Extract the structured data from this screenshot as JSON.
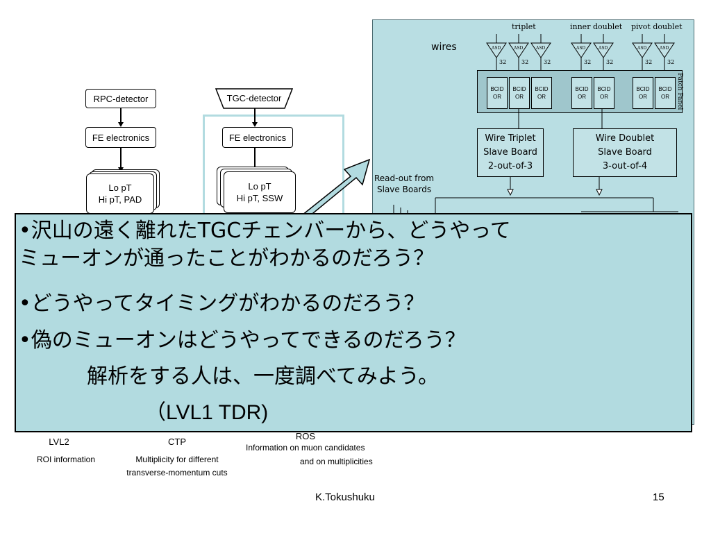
{
  "rpc": {
    "detector": "RPC-detector",
    "fe": "FE electronics",
    "board_line1": "Lo pT",
    "board_line2": "Hi pT, PAD"
  },
  "tgc": {
    "detector": "TGC-detector",
    "fe": "FE electronics",
    "board_line1": "Lo pT",
    "board_line2": "Hi pT, SSW"
  },
  "wire_panel": {
    "wires": "wires",
    "triplet": "triplet",
    "inner_doublet": "inner doublet",
    "pivot_doublet": "pivot doublet",
    "asd": "ASD",
    "channels": "32",
    "bcid_line1": "BCID",
    "bcid_line2": "OR",
    "patch_panel": "Patch Panel",
    "triplet_board": [
      "Wire Triplet",
      "Slave Board",
      "2-out-of-3"
    ],
    "doublet_board": [
      "Wire Doublet",
      "Slave Board",
      "3-out-of-4"
    ],
    "readout_line1": "Read-out from",
    "readout_line2": "Slave Boards"
  },
  "overlay": {
    "q1_line1": "•沢山の遠く離れたTGCチェンバーから、どうやって",
    "q1_line2": "ミューオンが通ったことがわかるのだろう？",
    "q2": "•どうやってタイミングがわかるのだろう？",
    "q3": "•偽のミューオンはどうやってできるのだろう？",
    "note": "解析をする人は、一度調べてみよう。",
    "ref": "（LVL1  TDR)"
  },
  "bottom": {
    "lvl2": "LVL2",
    "lvl2_desc": "ROI information",
    "ctp": "CTP",
    "ctp_desc1": "Multiplicity for different",
    "ctp_desc2": "transverse-momentum cuts",
    "ros": "ROS",
    "ros_desc1": "Information on muon candidates",
    "ros_desc2": "and on multiplicities"
  },
  "footer": {
    "author": "K.Tokushuku",
    "page": "15"
  }
}
